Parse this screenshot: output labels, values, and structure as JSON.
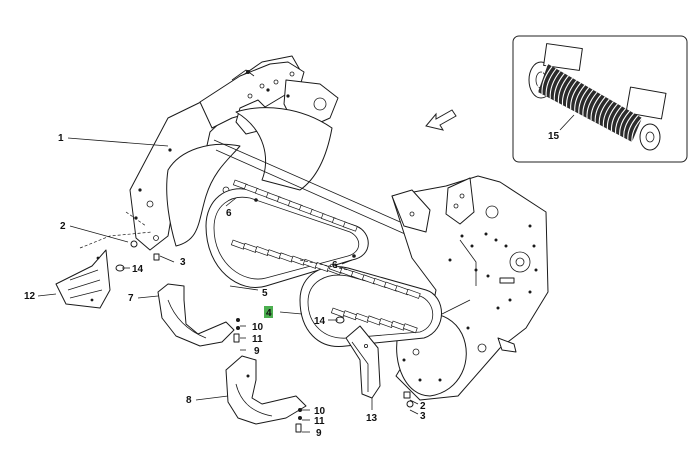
{
  "callouts": [
    {
      "id": "c1",
      "text": "1"
    },
    {
      "id": "c2a",
      "text": "2"
    },
    {
      "id": "c3a",
      "text": "3"
    },
    {
      "id": "c14a",
      "text": "14"
    },
    {
      "id": "c12",
      "text": "12"
    },
    {
      "id": "c7",
      "text": "7"
    },
    {
      "id": "c6a",
      "text": "6"
    },
    {
      "id": "c6b",
      "text": "6"
    },
    {
      "id": "c5",
      "text": "5"
    },
    {
      "id": "c4",
      "text": "4",
      "highlight": "#4caf50"
    },
    {
      "id": "c14b",
      "text": "14"
    },
    {
      "id": "c10a",
      "text": "10"
    },
    {
      "id": "c11a",
      "text": "11"
    },
    {
      "id": "c9a",
      "text": "9"
    },
    {
      "id": "c8",
      "text": "8"
    },
    {
      "id": "c10b",
      "text": "10"
    },
    {
      "id": "c11b",
      "text": "11"
    },
    {
      "id": "c9b",
      "text": "9"
    },
    {
      "id": "c13",
      "text": "13"
    },
    {
      "id": "c2b",
      "text": "2"
    },
    {
      "id": "c3b",
      "text": "3"
    },
    {
      "id": "c15",
      "text": "15"
    }
  ],
  "icons": {
    "direction": "direction-arrow-icon",
    "inset": "roller-assembly-inset"
  }
}
